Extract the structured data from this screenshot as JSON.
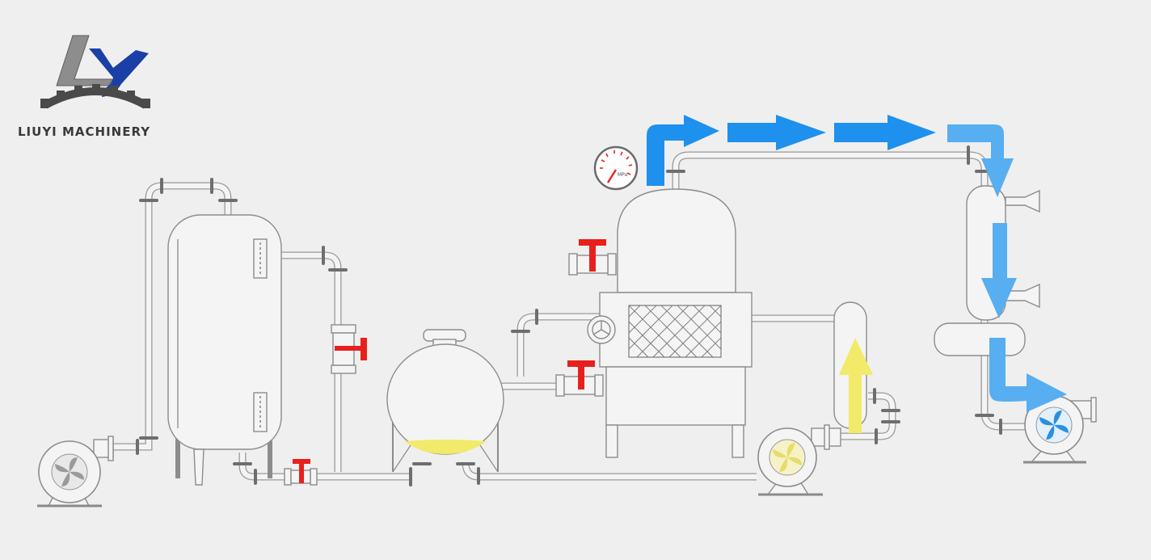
{
  "brand": {
    "name": "LIUYI MACHINERY",
    "logo_letters": "LY"
  },
  "gauge": {
    "unit": "MPa"
  },
  "colors": {
    "background": "#efefef",
    "pipe": "#9a9a9a",
    "valve": "#e8201c",
    "vapor_flow": "#1e90ee",
    "condensate_flow": "#57aef0",
    "concentrate_flow": "#f2ea6a",
    "logo_blue": "#1a3fa6"
  }
}
